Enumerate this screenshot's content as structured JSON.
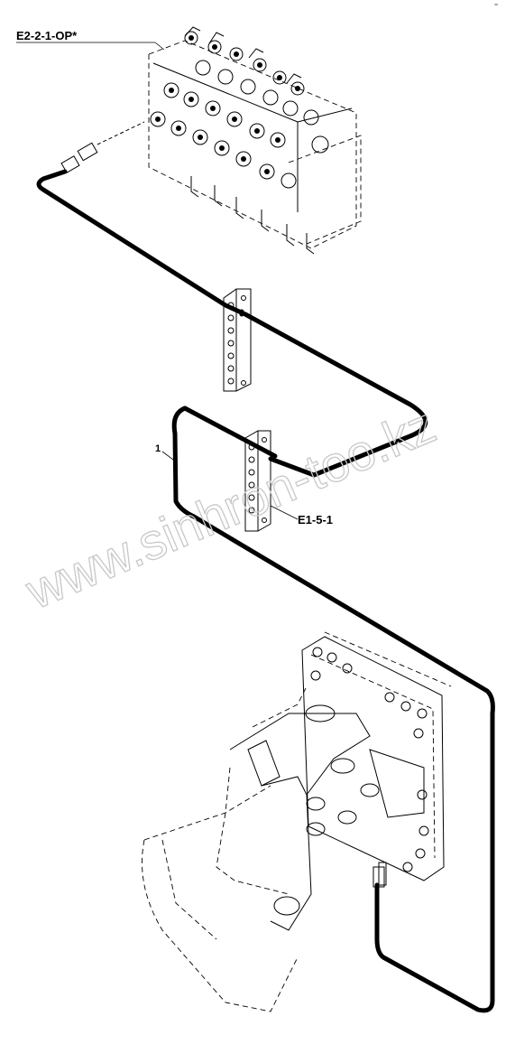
{
  "labels": {
    "valve_ref": "E2-2-1-OP*",
    "bracket_ref": "E1-5-1",
    "item_number": "1",
    "corner_mark": "⁻"
  },
  "watermark": "www.sinhron-too.kz",
  "colors": {
    "ink": "#000000",
    "watermark": "#c8c8c8",
    "background": "#ffffff"
  }
}
